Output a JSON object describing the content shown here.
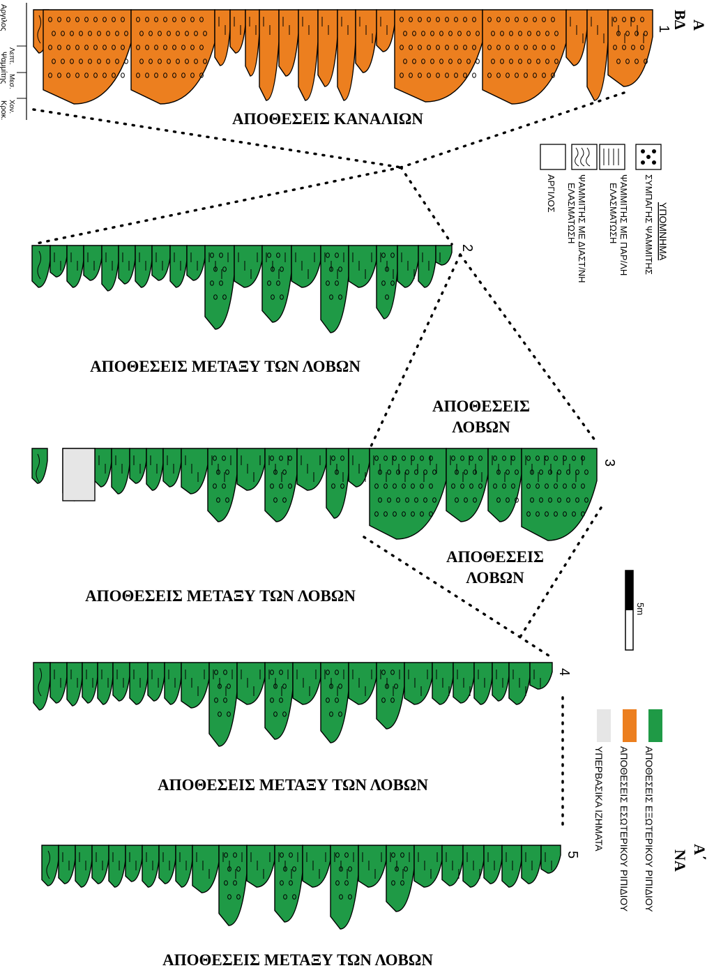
{
  "colors": {
    "outer_fan": "#1f9a46",
    "inner_fan": "#ec7f1f",
    "basin": "#e6e6e6",
    "outline": "#000000"
  },
  "header": {
    "start_letter": "Α",
    "start_direction": "ΒΔ",
    "end_letter": "Α΄",
    "end_direction": "ΝΑ"
  },
  "grain_axis": {
    "labels": [
      "Αργιλος",
      "Ψαμμίτης",
      "Κροκ."
    ],
    "sublabels": [
      "Λεπτ.",
      "Μεσ.",
      "Χον."
    ]
  },
  "logs": [
    {
      "number": "1",
      "fill": "inner_fan",
      "labels": [
        "ΑΠΟΘΕΣΕΙΣ ΚΑΝΑΛΙΩΝ"
      ]
    },
    {
      "number": "2",
      "fill": "outer_fan",
      "labels": [
        "ΑΠΟΘΕΣΕΙΣ ΜΕΤΑΞΥ ΤΩΝ ΛΟΒΩΝ"
      ]
    },
    {
      "number": "3",
      "fill": "outer_fan",
      "labels": [
        "ΑΠΟΘΕΣΕΙΣ ΛΟΒΩΝ",
        "ΑΠΟΘΕΣΕΙΣ ΛΟΒΩΝ",
        "ΑΠΟΘΕΣΕΙΣ ΜΕΤΑΞΥ ΤΩΝ ΛΟΒΩΝ"
      ]
    },
    {
      "number": "4",
      "fill": "outer_fan",
      "labels": [
        "ΑΠΟΘΕΣΕΙΣ ΜΕΤΑΞΥ ΤΩΝ ΛΟΒΩΝ"
      ]
    },
    {
      "number": "5",
      "fill": "outer_fan",
      "labels": [
        "ΑΠΟΘΕΣΕΙΣ ΜΕΤΑΞΥ ΤΩΝ ΛΟΒΩΝ"
      ]
    }
  ],
  "legend": {
    "title": "ΥΠΟΜΝΗΜΑ",
    "items": [
      {
        "pattern": "dots",
        "label": "ΣΥΜΠΑΓΗΣ ΨΑΜΜΙΤΗΣ"
      },
      {
        "pattern": "parallel-lamination",
        "label": "ΨΑΜΜΙΤΗΣ ΜΕ ΠΑΡ/ΛΗ ΕΛΑΣΜΑΤΩΣΗ"
      },
      {
        "pattern": "wavy-lamination",
        "label": "ΨΑΜΜΙΤΗΣ ΜΕ ΔΙΑΣΤ/ΝΗ ΕΛΑΣΜΑΤΩΣΗ"
      },
      {
        "pattern": "empty",
        "label": "ΑΡΓΙΛΟΣ"
      }
    ]
  },
  "color_legend": [
    {
      "color_key": "outer_fan",
      "label": "ΑΠΟΘΕΣΕΙΣ ΕΞΩΤΕΡΙΚΟΥ ΡΙΠΙΔΙΟΥ"
    },
    {
      "color_key": "inner_fan",
      "label": "ΑΠΟΘΕΣΕΙΣ ΕΣΩΤΕΡΙΚΟΥ ΡΙΠΙΔΙΟΥ"
    },
    {
      "color_key": "basin",
      "label": "ΥΠΕΡΒΑΣΙΚΑ ΙΖΗΜΑΤΑ"
    }
  ],
  "scale_bar": {
    "label": "5m"
  }
}
